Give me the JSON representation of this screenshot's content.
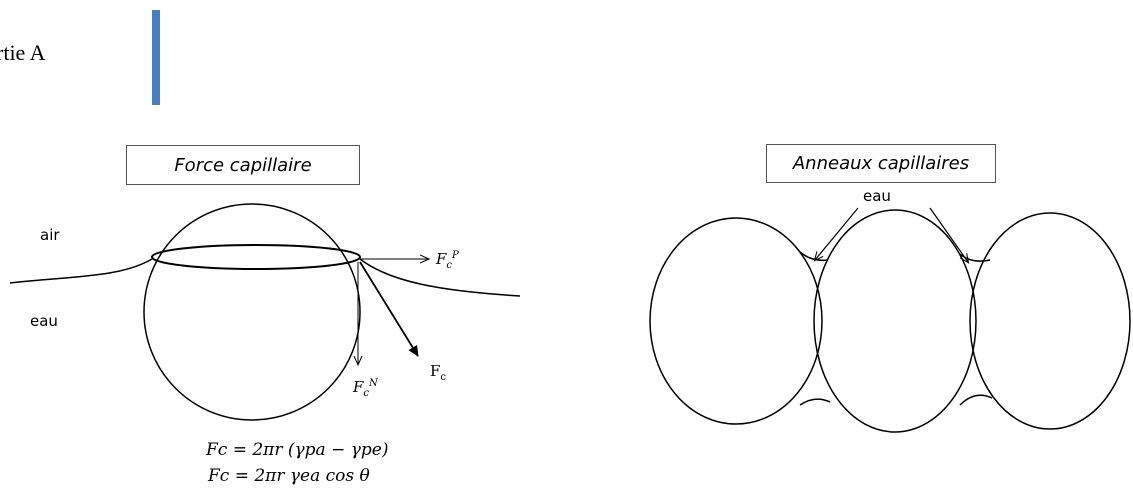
{
  "heading": "rtie A",
  "colors": {
    "accent": "#4a7fc1"
  },
  "left_panel": {
    "title": "Force capillaire",
    "label_air": "air",
    "label_eau": "eau",
    "force_parallel": {
      "base": "F",
      "sub": "c",
      "sup": "P"
    },
    "force_normal": {
      "base": "F",
      "sub": "c",
      "sup": "N"
    },
    "force_total": "F",
    "force_total_sub": "c",
    "formula_1": "Fc = 2πr (γpa − γpe)",
    "formula_2": "Fc = 2πr γea cos θ"
  },
  "right_panel": {
    "title": "Anneaux capillaires",
    "label_eau": "eau"
  }
}
